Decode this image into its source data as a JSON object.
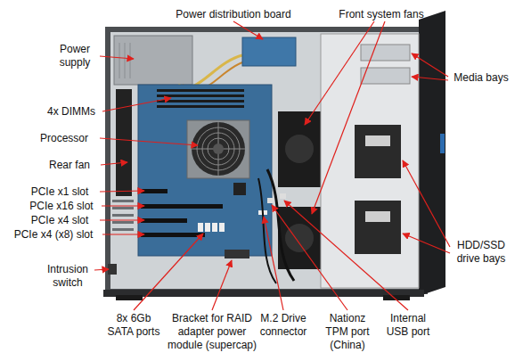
{
  "diagram": {
    "labels": [
      "Power distribution board",
      "Front system fans",
      "Power supply",
      "Media bays",
      "4x DIMMs",
      "Processor",
      "Rear fan",
      "PCIe x1 slot",
      "PCIe x16 slot",
      "PCIe x4 slot",
      "PCIe x4 (x8) slot",
      "HDD/SSD drive bays",
      "Intrusion switch",
      "8x 6Gb SATA ports",
      "Bracket for RAID adapter power module (supercap)",
      "M.2 Drive connector",
      "Nationz TPM port (China)",
      "Internal USB port"
    ]
  }
}
